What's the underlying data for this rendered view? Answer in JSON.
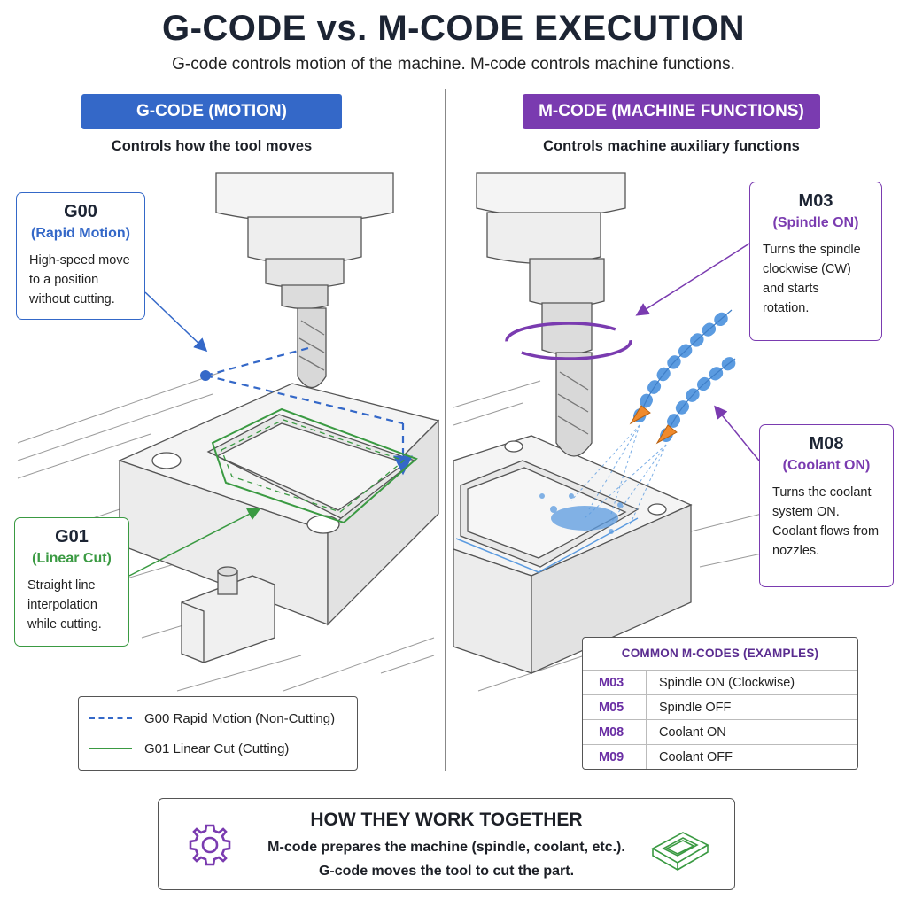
{
  "header": {
    "title": "G-CODE vs. M-CODE EXECUTION",
    "subtitle": "G-code controls motion of the machine.  M-code controls machine functions."
  },
  "gcode": {
    "heading": "G-CODE (MOTION)",
    "subheading": "Controls how the tool moves",
    "callouts": [
      {
        "code": "G00",
        "name": "(Rapid Motion)",
        "desc": "High-speed move to a position without cutting."
      },
      {
        "code": "G01",
        "name": "(Linear Cut)",
        "desc": "Straight line interpolation while cutting."
      }
    ],
    "legend": [
      {
        "label": "G00 Rapid Motion (Non-Cutting)",
        "style": "dashed",
        "color": "#3468c8"
      },
      {
        "label": "G01 Linear Cut (Cutting)",
        "style": "solid",
        "color": "#3a9a42"
      }
    ]
  },
  "mcode": {
    "heading": "M-CODE (MACHINE FUNCTIONS)",
    "subheading": "Controls machine auxiliary functions",
    "callouts": [
      {
        "code": "M03",
        "name": "(Spindle ON)",
        "desc": "Turns the spindle clockwise (CW) and starts rotation."
      },
      {
        "code": "M08",
        "name": "(Coolant ON)",
        "desc": "Turns the coolant system ON. Coolant flows from nozzles."
      }
    ],
    "table": {
      "title": "COMMON M-CODES (EXAMPLES)",
      "rows": [
        {
          "code": "M03",
          "desc": "Spindle ON (Clockwise)"
        },
        {
          "code": "M05",
          "desc": "Spindle OFF"
        },
        {
          "code": "M08",
          "desc": "Coolant ON"
        },
        {
          "code": "M09",
          "desc": "Coolant OFF"
        }
      ]
    }
  },
  "together": {
    "title": "HOW THEY WORK TOGETHER",
    "lines": [
      "M-code prepares the machine (spindle, coolant, etc.).",
      "G-code moves the tool to cut the part."
    ],
    "icons": [
      "gear-icon",
      "part-icon"
    ]
  },
  "colors": {
    "gcode_blue": "#3468c8",
    "gcode_green": "#3a9a42",
    "mcode_purple": "#7a3bb0",
    "coolant_blue": "#5b9be0",
    "nozzle_orange": "#f08a2c"
  }
}
